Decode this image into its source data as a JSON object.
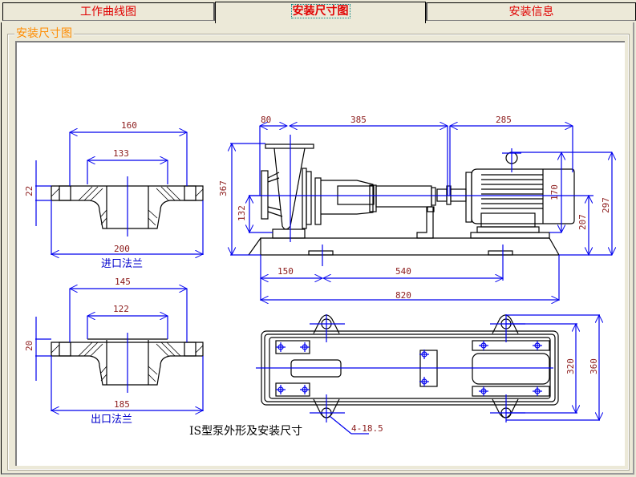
{
  "tabs": [
    {
      "label": "工作曲线图",
      "active": false
    },
    {
      "label": "安装尺寸图",
      "active": true
    },
    {
      "label": "安装信息",
      "active": false
    }
  ],
  "group": {
    "label": "安装尺寸图"
  },
  "drawing": {
    "title": "IS型泵外形及安装尺寸",
    "inlet_flange": {
      "label": "进口法兰",
      "bolt_circle": "160",
      "raised_face": "133",
      "thickness": "22",
      "outer": "200"
    },
    "outlet_flange": {
      "label": "出口法兰",
      "bolt_circle": "145",
      "raised_face": "122",
      "thickness": "20",
      "outer": "185"
    },
    "side_view": {
      "dim_inlet_offset": "80",
      "dim_pump_length": "385",
      "dim_motor_length": "285",
      "dim_total_height": "367",
      "dim_outlet_height": "132",
      "dim_motor_height": "170",
      "dim_shaft_height": "207",
      "dim_motor_top": "297",
      "dim_base_start": "150",
      "dim_bolt_span": "540",
      "dim_base_length": "820"
    },
    "plan_view": {
      "dim_bolt_width": "320",
      "dim_base_width": "360",
      "hole_spec": "4-18.5"
    }
  }
}
